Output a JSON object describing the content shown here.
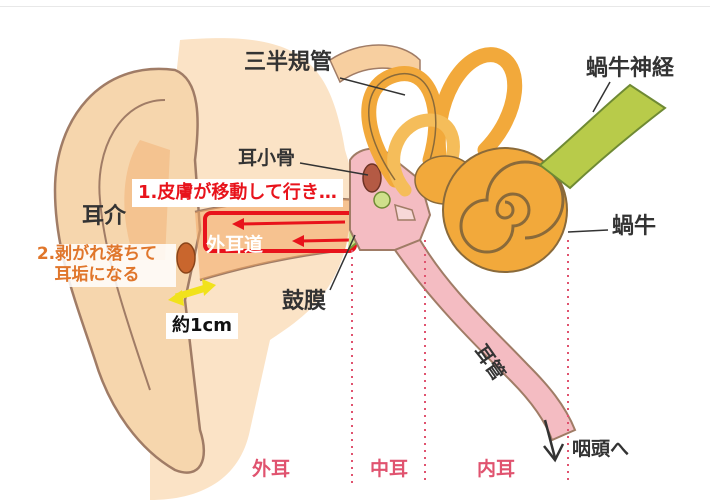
{
  "labels": {
    "semicircular_canals": "三半規管",
    "cochlear_nerve": "蝸牛神経",
    "ossicles": "耳小骨",
    "auricle": "耳介",
    "external_canal": "外耳道",
    "cochlea": "蝸牛",
    "eardrum": "鼓膜",
    "eustachian_tube": "耳管",
    "to_pharynx": "咽頭へ"
  },
  "callouts": {
    "step1": "1.皮膚が移動して行き…",
    "step2_line1": "2.剥がれ落ちて",
    "step2_line2": "耳垢になる",
    "measure": "約1cm"
  },
  "regions": {
    "outer": "外耳",
    "middle": "中耳",
    "inner": "内耳"
  },
  "colors": {
    "skin": "#f6d6ad",
    "skin_outline": "#a07c66",
    "canal": "#f3a865",
    "inner_ear": "#f2a93b",
    "nerve": "#b8cb4a",
    "tube": "#f4bcc2",
    "step1_red": "#e8131b",
    "step2_orange": "#e0762b",
    "region_pink": "#e0536f",
    "measure_yellow": "#f1e21b"
  }
}
